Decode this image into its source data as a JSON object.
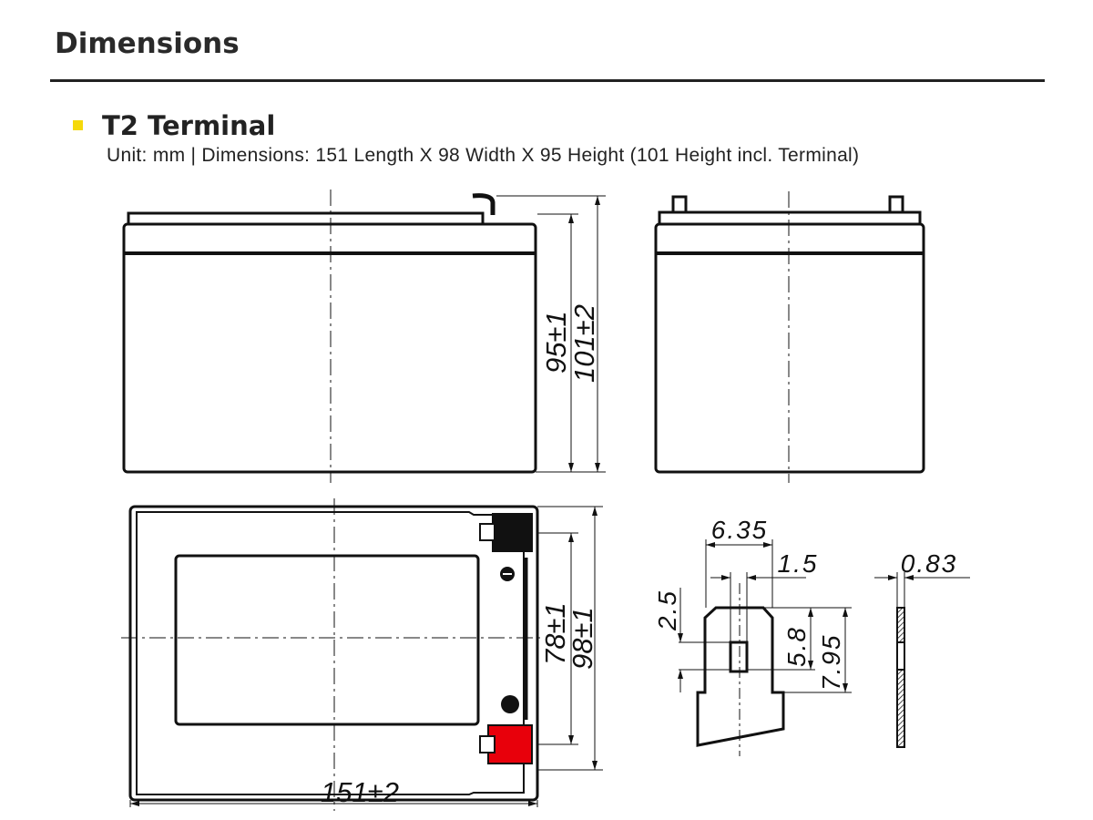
{
  "header": {
    "title": "Dimensions"
  },
  "section": {
    "title": "T2 Terminal",
    "description": "Unit: mm | Dimensions: 151 Length X 98 Width X 95 Height (101 Height incl. Terminal)",
    "bullet_color": "#f5d90a"
  },
  "drawing": {
    "height_body": "95±1",
    "height_total": "101±2",
    "width_inner": "78±1",
    "width_total": "98±1",
    "length": "151±2",
    "terminal": {
      "width": "6.35",
      "slot_width": "1.5",
      "slot_height": "2.5",
      "slot_offset": "5.8",
      "shoulder_height": "7.95",
      "thickness": "0.83"
    },
    "positive_terminal_color": "#e8000b",
    "negative_terminal_color": "#111111"
  }
}
